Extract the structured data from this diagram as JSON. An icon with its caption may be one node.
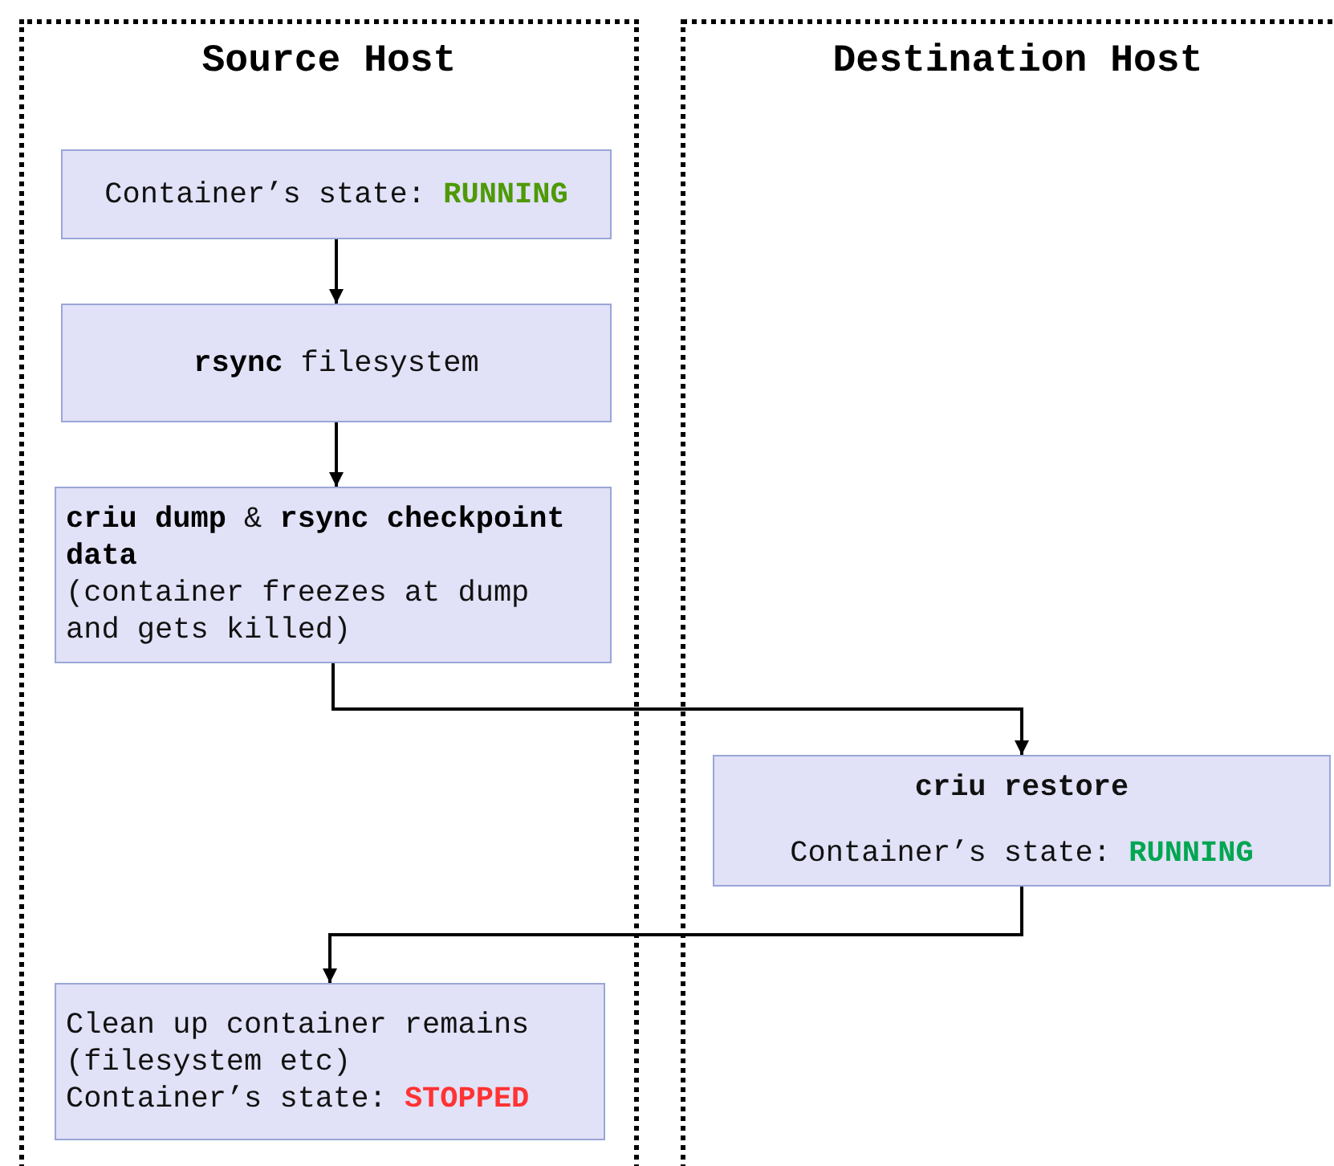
{
  "diagram": {
    "nodes": [
      {
        "text": [
          "Source Host"
        ]
      },
      {
        "text": [
          "Destination Host"
        ]
      },
      {
        "text": [
          "Container’s state: **RUNNING**"
        ],
        "in": 0
      },
      {
        "text": [
          "**rsync** filesystem"
        ],
        "in": 0
      },
      {
        "text": [
          "**criu dump** & **rsync checkpoint data**",
          "(container freezes at dump and gets killed)"
        ],
        "in": 0
      },
      {
        "text": [
          "criu restore",
          "Container’s state: **RUNNING**"
        ],
        "in": 1
      },
      {
        "text": [
          "Clean up container remains (filesystem etc)",
          "Container’s state: **STOPPED**"
        ],
        "in": 0
      }
    ],
    "edges": [
      {
        "from": 2,
        "to": 3,
        "arrow": "to"
      },
      {
        "from": 3,
        "to": 4,
        "arrow": "to"
      },
      {
        "from": 4,
        "to": 5,
        "arrow": "to"
      },
      {
        "from": 5,
        "to": 6,
        "arrow": "to"
      }
    ]
  }
}
